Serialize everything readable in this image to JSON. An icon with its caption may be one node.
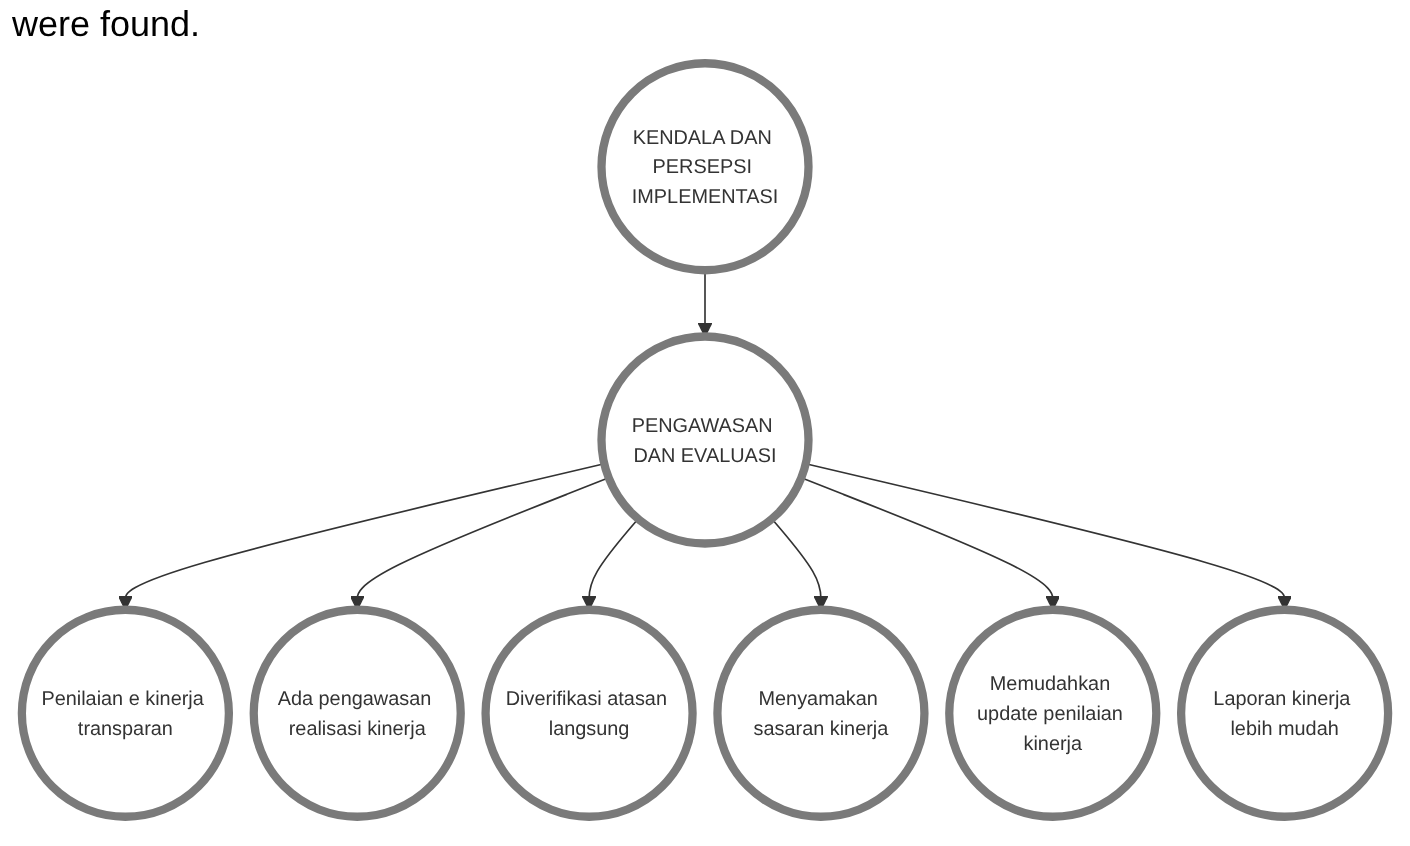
{
  "diagram": {
    "nodes": [
      {
        "text": [
          "KENDALA DAN PERSEPSI IMPLEMENTASI"
        ]
      },
      {
        "text": [
          "PENGAWASAN DAN EVALUASI"
        ]
      },
      {
        "text": [
          "Penilaian e kinerja transparan"
        ]
      },
      {
        "text": [
          "Ada pengawasan realisasi kinerja"
        ]
      },
      {
        "text": [
          "Diverifikasi atasan langsung"
        ]
      },
      {
        "text": [
          "Menyamakan sasaran kinerja"
        ]
      },
      {
        "text": [
          "Memudahkan update penilaian kinerja"
        ]
      },
      {
        "text": [
          "Laporan kinerja lebih mudah"
        ]
      }
    ],
    "edges": [
      {
        "from": 0,
        "to": 1,
        "arrow": "to"
      },
      {
        "from": 1,
        "to": 2,
        "arrow": "to"
      },
      {
        "from": 1,
        "to": 3,
        "arrow": "to"
      },
      {
        "from": 1,
        "to": 4,
        "arrow": "to"
      },
      {
        "from": 1,
        "to": 5,
        "arrow": "to"
      },
      {
        "from": 1,
        "to": 6,
        "arrow": "to"
      },
      {
        "from": 1,
        "to": 7,
        "arrow": "to"
      }
    ],
    "labels": [
      "were found."
    ]
  }
}
